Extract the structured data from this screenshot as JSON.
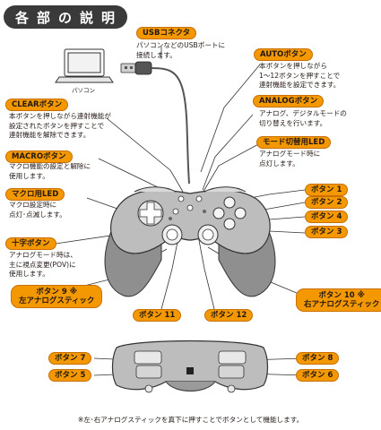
{
  "title": "各部の説明",
  "pc_caption": "パソコン",
  "callouts": {
    "usb": {
      "label": "USBコネクタ",
      "desc": "パソコンなどのUSBポートに\n接続します。"
    },
    "auto": {
      "label": "AUTOボタン",
      "desc": "本ボタンを押しながら\n1～12ボタンを押すことで\n連射機能を設定できます。"
    },
    "clear": {
      "label": "CLEARボタン",
      "desc": "本ボタンを押しながら連射機能が\n設定されたボタンを押すことで\n連射機能を解除できます。"
    },
    "analog": {
      "label": "ANALOGボタン",
      "desc": "アナログ、デジタルモードの\n切り替えを行います。"
    },
    "mode_led": {
      "label": "モード切替用LED",
      "desc": "アナログモード時に\n点灯します。"
    },
    "macro": {
      "label": "MACROボタン",
      "desc": "マクロ機能の設定と解除に\n使用します。"
    },
    "macro_led": {
      "label": "マクロ用LED",
      "desc": "マクロ設定時に\n点灯･点滅します。"
    },
    "dpad": {
      "label": "十字ボタン",
      "desc": "アナログモード時は、\n主に視点変更(POV)に\n使用します。"
    }
  },
  "buttons": {
    "b1": "ボタン 1",
    "b2": "ボタン 2",
    "b4": "ボタン 4",
    "b3": "ボタン 3",
    "b9_line1": "ボタン 9 ※",
    "b9_line2": "左アナログスティック",
    "b10_line1": "ボタン 10 ※",
    "b10_line2": "右アナログスティック",
    "b11": "ボタン 11",
    "b12": "ボタン 12",
    "b7": "ボタン 7",
    "b5": "ボタン 5",
    "b8": "ボタン 8",
    "b6": "ボタン 6"
  },
  "footnote": "※左･右アナログスティックを真下に押すことでボタンとして機能します。",
  "colors": {
    "label_fill": "#f39800",
    "label_border": "#c86f00",
    "title_bg": "#3a3a3a",
    "body_gray": "#bdbdbd"
  }
}
